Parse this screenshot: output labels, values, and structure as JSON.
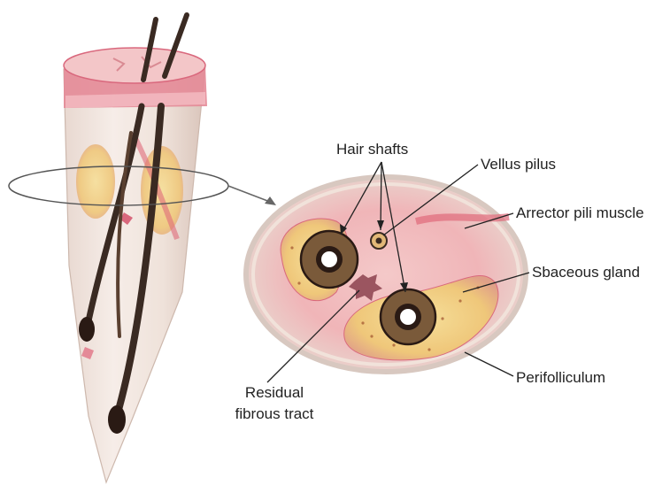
{
  "labels": {
    "hair_shafts": "Hair shafts",
    "vellus_pilus": "Vellus pilus",
    "arrector_pili_muscle": "Arrector pili muscle",
    "sebaceous_gland": "Sbaceous gland",
    "perifolliculum": "Perifolliculum",
    "residual_line1": "Residual",
    "residual_line2": "fibrous tract"
  },
  "colors": {
    "skin_pink": "#e9a3ab",
    "epidermis_rose": "#d9687d",
    "hair_dark": "#3a2a22",
    "gland_yellow": "#f2d48a",
    "tissue_cream": "#f3e7df",
    "shaft_brown": "#7a5a3a",
    "leader_line": "#222222"
  }
}
